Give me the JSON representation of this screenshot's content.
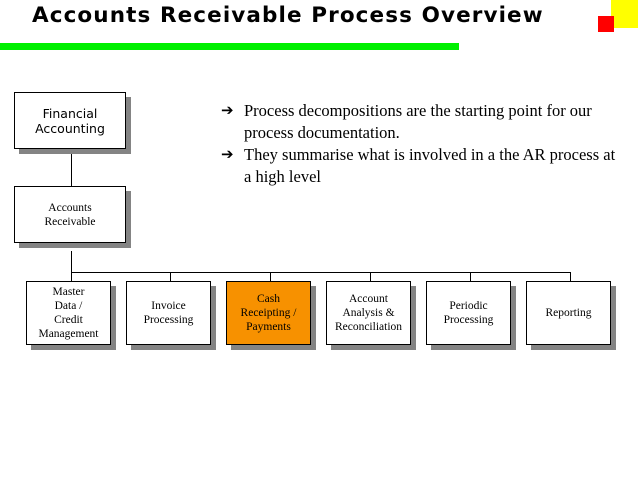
{
  "slide": {
    "title": "Accounts Receivable Process Overview",
    "title_line1": "Accounts Receivable Process",
    "title_line2": "Overview",
    "accent_rule_color": "#00f000",
    "corner_yellow": "#ffff00",
    "corner_red": "#ff0000",
    "background": "#ffffff"
  },
  "bullets": {
    "marker": "➔",
    "items": [
      "Process decompositions are the starting point for our process documentation.",
      "They summarise what is involved in a the AR process at a high level"
    ]
  },
  "chart": {
    "highlight_color": "#f79100",
    "shadow_color": "#848484",
    "box_border_color": "#000000",
    "levels": [
      {
        "level": 1,
        "nodes": [
          {
            "id": "financial-accounting",
            "label": "Financial\nAccounting",
            "highlighted": false
          }
        ]
      },
      {
        "level": 2,
        "nodes": [
          {
            "id": "accounts-receivable",
            "label": "Accounts\nReceivable",
            "highlighted": false
          }
        ]
      },
      {
        "level": 3,
        "nodes": [
          {
            "id": "master-data-credit-management",
            "label": "Master\nData /\nCredit\nManagement",
            "highlighted": false
          },
          {
            "id": "invoice-processing",
            "label": "Invoice\nProcessing",
            "highlighted": false
          },
          {
            "id": "cash-receipting-payments",
            "label": "Cash\nReceipting /\nPayments",
            "highlighted": true
          },
          {
            "id": "account-analysis-reconciliation",
            "label": "Account\nAnalysis &\nReconciliation",
            "highlighted": false
          },
          {
            "id": "periodic-processing",
            "label": "Periodic\nProcessing",
            "highlighted": false
          },
          {
            "id": "reporting",
            "label": "Reporting",
            "highlighted": false
          }
        ]
      }
    ]
  }
}
